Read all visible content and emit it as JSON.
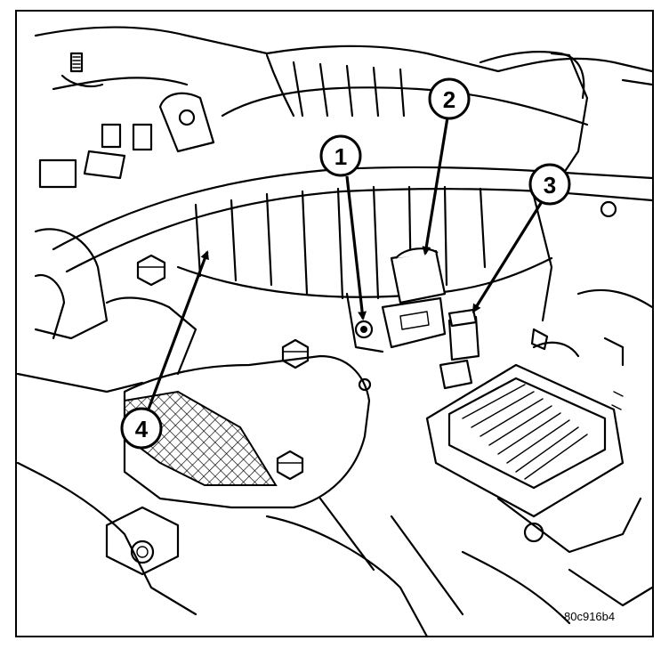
{
  "callouts": [
    {
      "number": "1"
    },
    {
      "number": "2"
    },
    {
      "number": "3"
    },
    {
      "number": "4"
    }
  ],
  "figure_code": "80c916b4"
}
